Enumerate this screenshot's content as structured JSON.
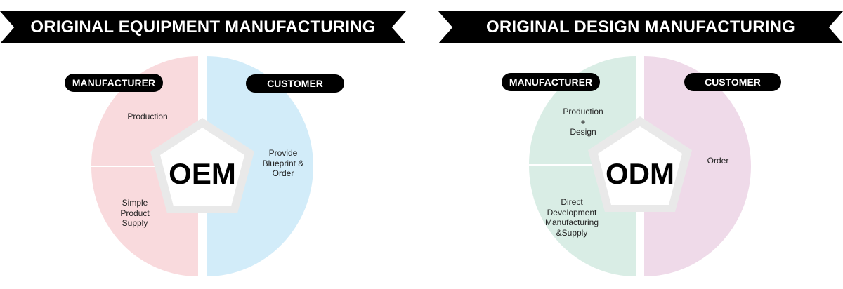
{
  "oem": {
    "banner": "ORIGINAL EQUIPMENT MANUFACTURING",
    "left_tag": "MANUFACTURER",
    "right_tag": "CUSTOMER",
    "center": "OEM",
    "upper_left_label": "Production",
    "lower_left_label": "Simple\nProduct\nSupply",
    "right_label": "Provide\nBlueprint &\nOrder"
  },
  "odm": {
    "banner": "ORIGINAL DESIGN MANUFACTURING",
    "left_tag": "MANUFACTURER",
    "right_tag": "CUSTOMER",
    "center": "ODM",
    "upper_left_label": "Production\n+\nDesign",
    "lower_left_label": "Direct\nDevelopment\nManufacturing\n&Supply",
    "right_label": "Order"
  },
  "colors": {
    "oem_left": "#f9dadd",
    "oem_right": "#d2ecf9",
    "odm_left": "#d9ede5",
    "odm_right": "#efdae9",
    "gap": "#e9e9e9"
  }
}
